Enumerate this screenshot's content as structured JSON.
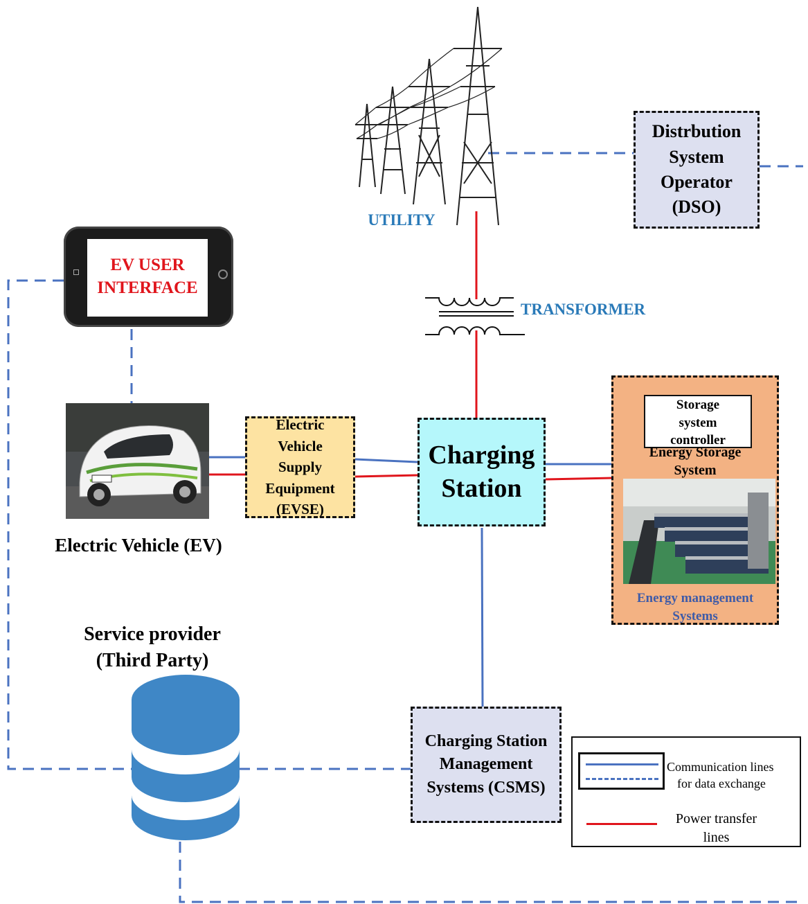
{
  "labels": {
    "utility": "UTILITY",
    "transformer": "TRANSFORMER",
    "dso": [
      "Distrbution",
      "System",
      "Operator",
      "(DSO)"
    ],
    "ev_user_interface": [
      "EV USER",
      "INTERFACE"
    ],
    "ev": "Electric Vehicle (EV)",
    "evse": [
      "Electric",
      "Vehicle",
      "Supply",
      "Equipment",
      "(EVSE)"
    ],
    "charging_station": [
      "Charging",
      "Station"
    ],
    "storage_controller": [
      "Storage",
      "system",
      "controller"
    ],
    "energy_storage": [
      "Energy Storage",
      "System"
    ],
    "energy_management": [
      "Energy management",
      "Systems"
    ],
    "service_provider": [
      "Service provider",
      "(Third Party)"
    ],
    "csms": [
      "Charging Station",
      "Management",
      "Systems (CSMS)"
    ]
  },
  "legend": {
    "communication": [
      "Communication lines",
      "for data exchange"
    ],
    "power": [
      "Power transfer",
      "lines"
    ]
  },
  "colors": {
    "communication": "#4a72c0",
    "power": "#e0151c",
    "accent_text": "#2a7ab8",
    "dso_fill": "#dde0f0",
    "evse_fill": "#fde3a2",
    "charging_fill": "#b5f7fb",
    "ess_fill": "#f3b283",
    "database": "#3f87c6"
  }
}
